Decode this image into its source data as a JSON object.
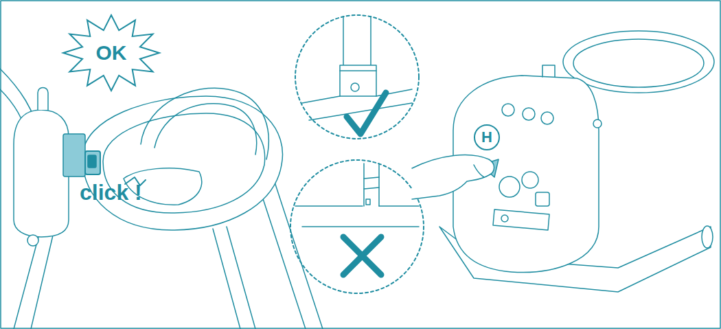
{
  "diagram": {
    "nodes": [
      {
        "text": [
          "OK"
        ]
      },
      {
        "text": [
          "H"
        ]
      }
    ],
    "labels": [
      "click !"
    ]
  }
}
